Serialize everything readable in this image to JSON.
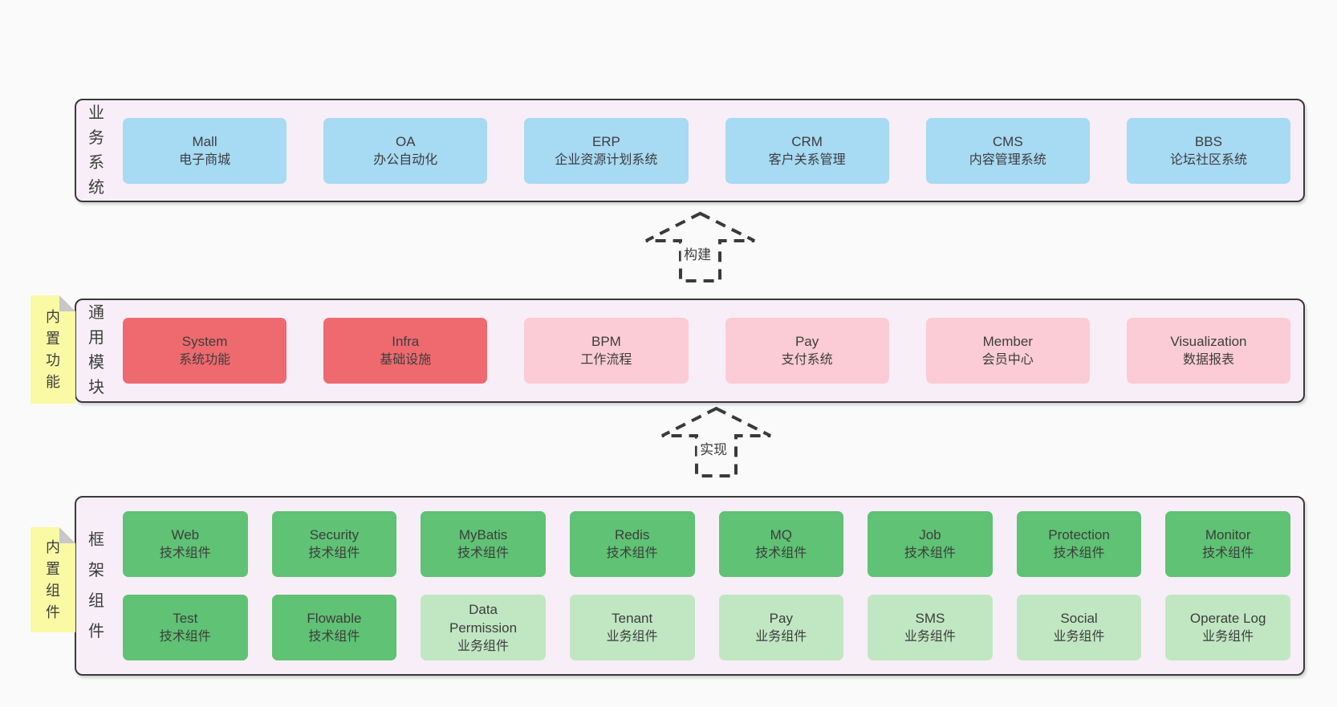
{
  "palette": {
    "page_bg": "#fafafa",
    "band_bg": "#f8eef7",
    "band_border": "#3a3a3a",
    "text": "#3d3d3d",
    "blue": "#a7daf3",
    "red": "#ee6a6e",
    "pink": "#fbccd5",
    "green_dark": "#5fc274",
    "green_light": "#c0e7c2",
    "yellow": "#fafaa5",
    "fold_gray": "#c7c7c7"
  },
  "bands": {
    "business": {
      "label": "业务系统",
      "boxes": [
        {
          "name": "Mall",
          "sub": "电子商城"
        },
        {
          "name": "OA",
          "sub": "办公自动化"
        },
        {
          "name": "ERP",
          "sub": "企业资源计划系统"
        },
        {
          "name": "CRM",
          "sub": "客户关系管理"
        },
        {
          "name": "CMS",
          "sub": "内容管理系统"
        },
        {
          "name": "BBS",
          "sub": "论坛社区系统"
        }
      ]
    },
    "modules": {
      "label": "通用模块",
      "sticky": "内置功能",
      "boxes": [
        {
          "name": "System",
          "sub": "系统功能"
        },
        {
          "name": "Infra",
          "sub": "基础设施"
        },
        {
          "name": "BPM",
          "sub": "工作流程"
        },
        {
          "name": "Pay",
          "sub": "支付系统"
        },
        {
          "name": "Member",
          "sub": "会员中心"
        },
        {
          "name": "Visualization",
          "sub": "数据报表"
        }
      ]
    },
    "components": {
      "label": "框架组件",
      "sticky": "内置组件",
      "row1": [
        {
          "name": "Web",
          "sub": "技术组件"
        },
        {
          "name": "Security",
          "sub": "技术组件"
        },
        {
          "name": "MyBatis",
          "sub": "技术组件"
        },
        {
          "name": "Redis",
          "sub": "技术组件"
        },
        {
          "name": "MQ",
          "sub": "技术组件"
        },
        {
          "name": "Job",
          "sub": "技术组件"
        },
        {
          "name": "Protection",
          "sub": "技术组件"
        },
        {
          "name": "Monitor",
          "sub": "技术组件"
        }
      ],
      "row2": [
        {
          "name": "Test",
          "sub": "技术组件"
        },
        {
          "name": "Flowable",
          "sub": "技术组件"
        },
        {
          "name": "Data Permission",
          "sub": "业务组件"
        },
        {
          "name": "Tenant",
          "sub": "业务组件"
        },
        {
          "name": "Pay",
          "sub": "业务组件"
        },
        {
          "name": "SMS",
          "sub": "业务组件"
        },
        {
          "name": "Social",
          "sub": "业务组件"
        },
        {
          "name": "Operate Log",
          "sub": "业务组件"
        }
      ]
    }
  },
  "arrows": [
    {
      "label": "构建"
    },
    {
      "label": "实现"
    }
  ]
}
